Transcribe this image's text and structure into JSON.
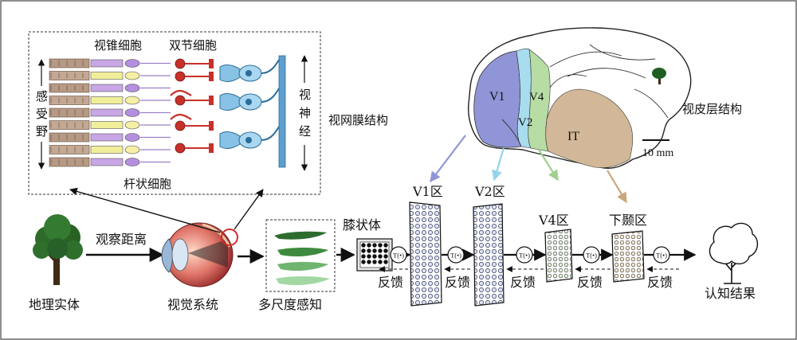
{
  "retina": {
    "cones_label": "视锥细胞",
    "bipolar_label": "双节细胞",
    "rods_label": "杆状细胞",
    "receptive_field_chars": [
      "感",
      "受",
      "野"
    ],
    "optic_nerve_chars": [
      "视",
      "神",
      "经"
    ],
    "structure_caption": "视网膜结构"
  },
  "cortex": {
    "structure_caption": "视皮层结构",
    "region_v1": "V1",
    "region_v2": "V2",
    "region_v4": "V4",
    "region_it": "IT",
    "scale_bar": "10 mm",
    "colors": {
      "v1": "#8f95d6",
      "v2": "#a8dcef",
      "v4": "#b7dca4",
      "it": "#d2b898"
    }
  },
  "pipeline": {
    "entity": "地理实体",
    "observe_distance": "观察距离",
    "visual_system": "视觉系统",
    "multiscale": "多尺度感知",
    "lgn": "膝状体",
    "v1_area": "V1区",
    "v2_area": "V2区",
    "v4_area": "V4区",
    "it_area": "下颞区",
    "feedback": "反馈",
    "transform": "T(•)",
    "result": "认知结果"
  }
}
